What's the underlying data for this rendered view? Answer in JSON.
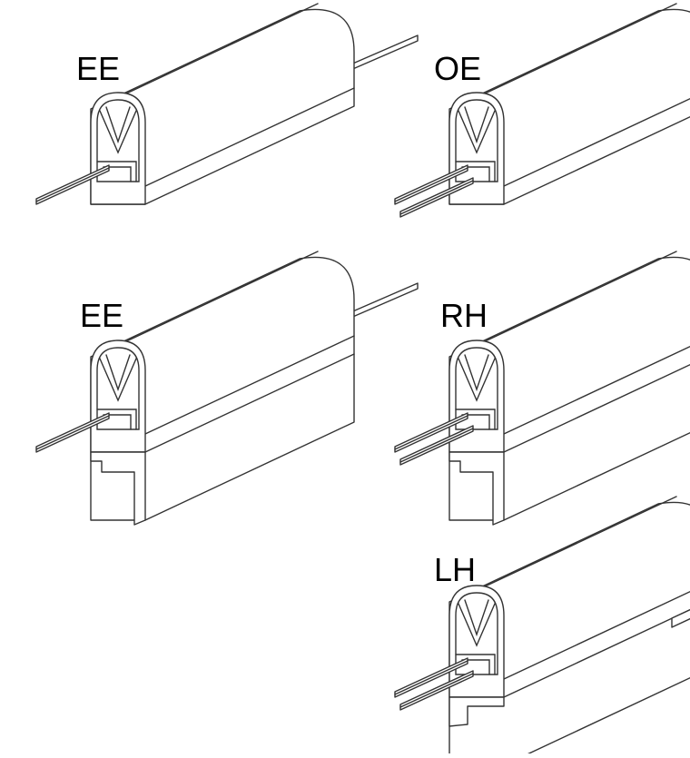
{
  "colors": {
    "line": "#333333",
    "background": "#ffffff",
    "text": "#000000"
  },
  "profiles": [
    {
      "label": "EE",
      "leads": 1,
      "base": "none"
    },
    {
      "label": "OE",
      "leads": 2,
      "base": "none"
    },
    {
      "label": "EE",
      "leads": 1,
      "base": "right-hook"
    },
    {
      "label": "RH",
      "leads": 2,
      "base": "right-hook"
    },
    {
      "label": "LH",
      "leads": 2,
      "base": "left-hook"
    }
  ]
}
